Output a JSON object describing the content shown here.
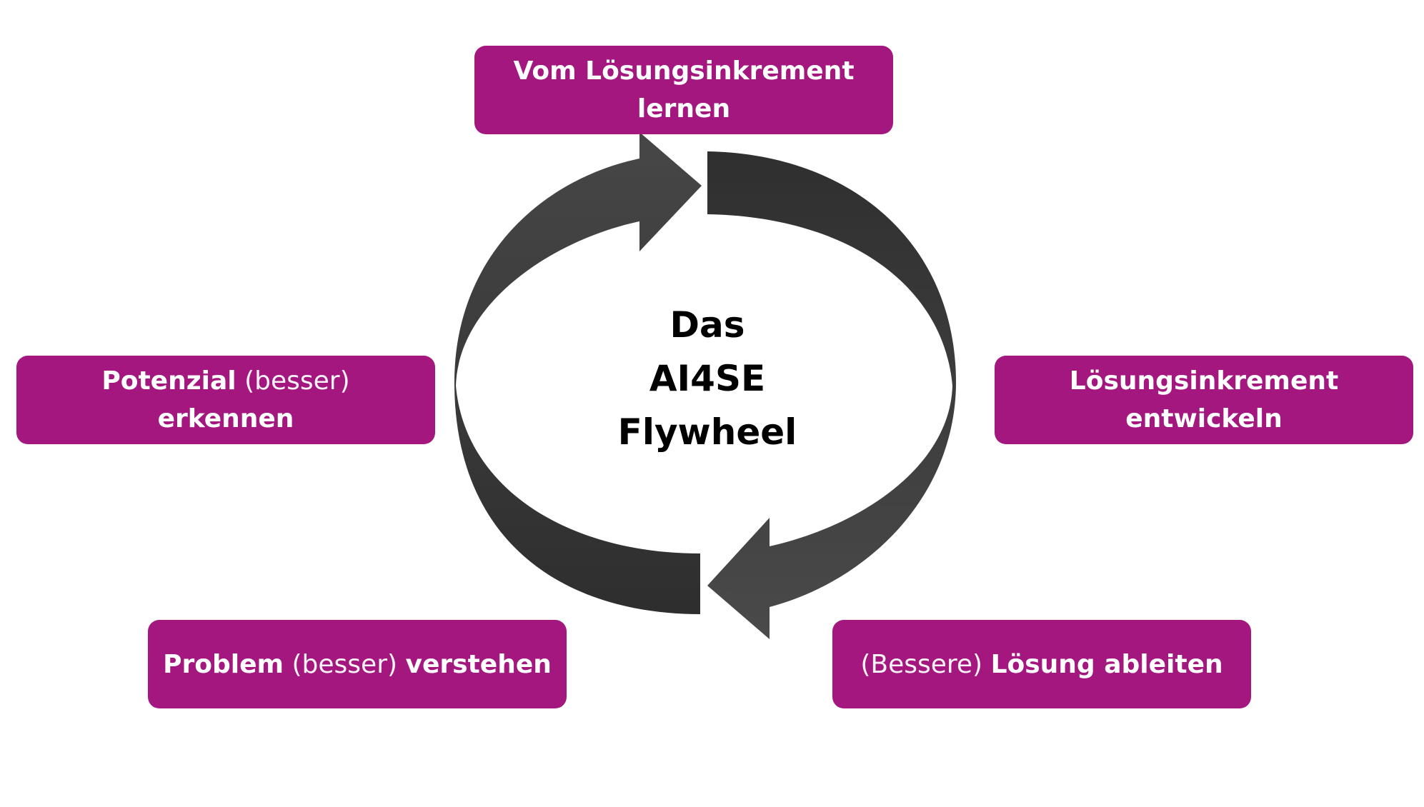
{
  "colors": {
    "box_fill": "#a3177f",
    "arrow_dark": "#333333",
    "arrow_light": "#474747",
    "background": "#ffffff"
  },
  "center_title": {
    "line1": "Das",
    "line2": "AI4SE",
    "line3": "Flywheel"
  },
  "steps": {
    "top": {
      "line1": "Vom Lösungsinkrement",
      "line2": "lernen"
    },
    "right": {
      "line1": "Lösungsinkrement",
      "line2": "entwickeln"
    },
    "left": {
      "bold1": "Potenzial",
      "light": "(besser)",
      "bold2": "erkennen"
    },
    "bottom_left": {
      "bold1": "Problem",
      "light": "(besser)",
      "bold2": "verstehen"
    },
    "bottom_right": {
      "light": "(Bessere)",
      "bold": "Lösung ableiten"
    }
  }
}
